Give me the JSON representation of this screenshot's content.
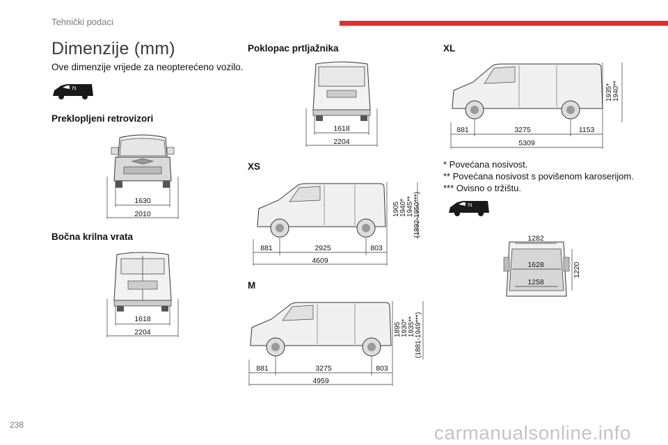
{
  "header": {
    "section": "Tehnički podaci"
  },
  "page": {
    "title": "Dimenzije (mm)",
    "intro": "Ove dimenzije vrijede za neopterećeno vozilo.",
    "number": "238"
  },
  "colors": {
    "accent": "#e52b2b"
  },
  "views": {
    "mirrors": {
      "title": "Preklopljeni retrovizori",
      "width": "1630",
      "total": "2010"
    },
    "side_doors": {
      "title": "Bočna krilna vrata",
      "width": "1618",
      "total": "2204"
    },
    "tailgate": {
      "title": "Poklopac prtljažnika",
      "width": "1618",
      "total": "2204"
    },
    "xs": {
      "title": "XS",
      "front": "881",
      "wheelbase": "2925",
      "rear": "803",
      "length": "4609",
      "heights": [
        "1905",
        "1940*",
        "1945**",
        "(1892-1950***)"
      ]
    },
    "m": {
      "title": "M",
      "front": "881",
      "wheelbase": "3275",
      "rear": "803",
      "length": "4959",
      "heights": [
        "1895",
        "1930*",
        "1935**",
        "(1881-1949***)"
      ]
    },
    "xl": {
      "title": "XL",
      "front": "881",
      "wheelbase": "3275",
      "rear": "1153",
      "length": "5309",
      "heights": [
        "1935*",
        "1940**"
      ]
    }
  },
  "notes": [
    "* Povećana nosivost.",
    "** Povećana nosivost s povišenom karoserijom.",
    "*** Ovisno o tržištu."
  ],
  "cargo": {
    "top_width": "1282",
    "width": "1628",
    "bottom_width": "1258",
    "height": "1220"
  },
  "watermark": "carmanualsonline.info"
}
